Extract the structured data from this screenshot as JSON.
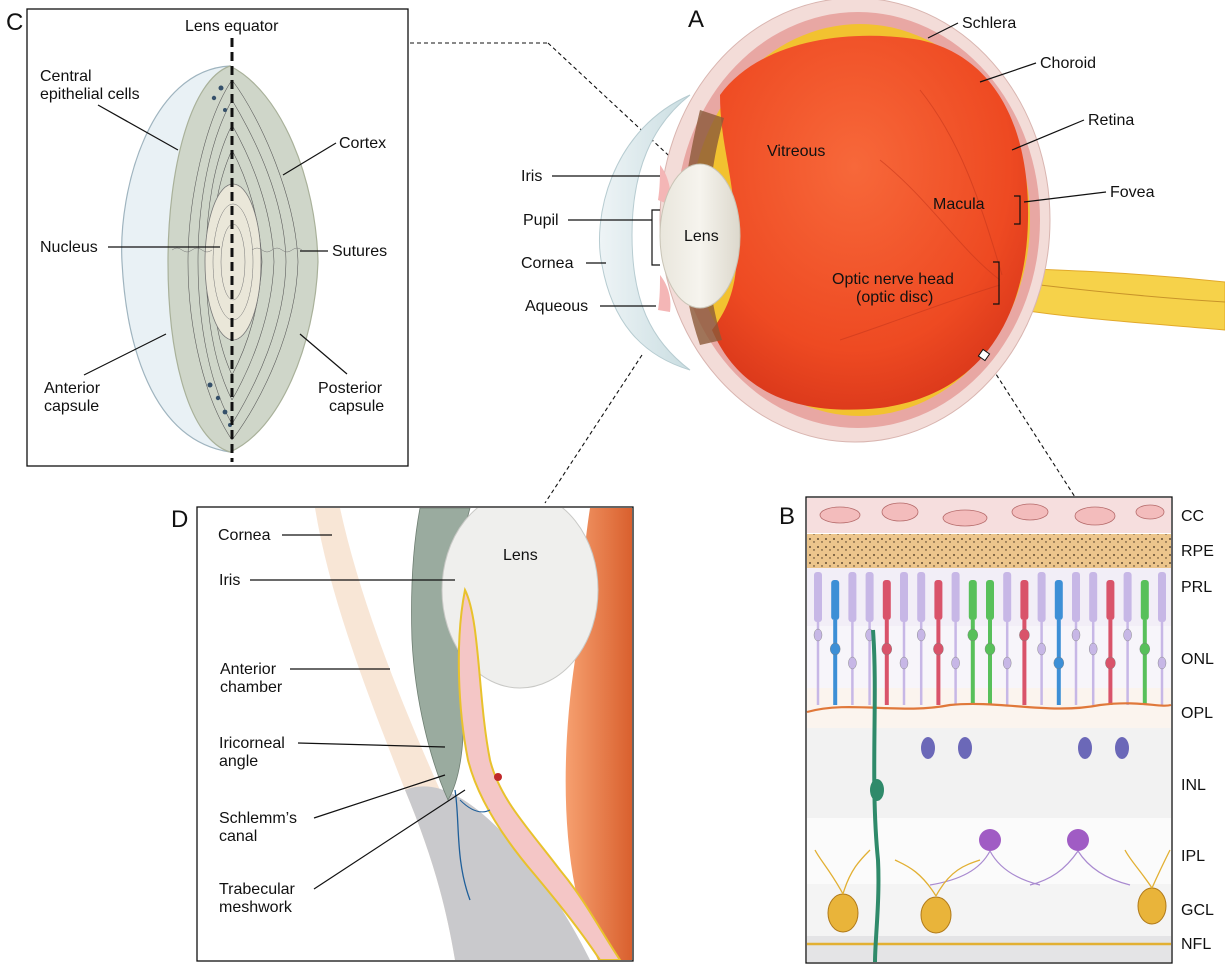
{
  "panels": {
    "a": {
      "letter": "A",
      "labels": {
        "schlera": "Schlera",
        "choroid": "Choroid",
        "retina": "Retina",
        "vitreous": "Vitreous",
        "iris": "Iris",
        "pupil": "Pupil",
        "lens": "Lens",
        "cornea": "Cornea",
        "aqueous": "Aqueous",
        "macula": "Macula",
        "fovea": "Fovea",
        "optic_line1": "Optic nerve head",
        "optic_line2": "(optic disc)"
      }
    },
    "b": {
      "letter": "B",
      "layers": [
        "CC",
        "RPE",
        "PRL",
        "ONL",
        "OPL",
        "INL",
        "IPL",
        "GCL",
        "NFL"
      ]
    },
    "c": {
      "letter": "C",
      "labels": {
        "equator": "Lens equator",
        "central_line1": "Central",
        "central_line2": "epithelial cells",
        "cortex": "Cortex",
        "nucleus": "Nucleus",
        "sutures": "Sutures",
        "anterior_line1": "Anterior",
        "anterior_line2": "capsule",
        "posterior_line1": "Posterior",
        "posterior_line2": "capsule"
      }
    },
    "d": {
      "letter": "D",
      "labels": {
        "cornea": "Cornea",
        "iris": "Iris",
        "lens": "Lens",
        "chamber_line1": "Anterior",
        "chamber_line2": "chamber",
        "angle_line1": "Iricorneal",
        "angle_line2": "angle",
        "schlemm_line1": "Schlemm’s",
        "schlemm_line2": "canal",
        "trab_line1": "Trabecular",
        "trab_line2": "meshwork"
      }
    }
  },
  "colors": {
    "vitreous": "#ee4a22",
    "choroid": "#f2c230",
    "sclera": "#f3dcd8",
    "lens": "#efece4",
    "nerve": "#f6d24a",
    "iris": "#f4c6c6",
    "rod": "#c7b7e6",
    "cone_blue": "#3d8fd6",
    "cone_red": "#d9536a",
    "cone_green": "#58c05a",
    "rpe": "#eab87a",
    "ganglion": "#e9b43a",
    "muller": "#2f8a6a"
  }
}
